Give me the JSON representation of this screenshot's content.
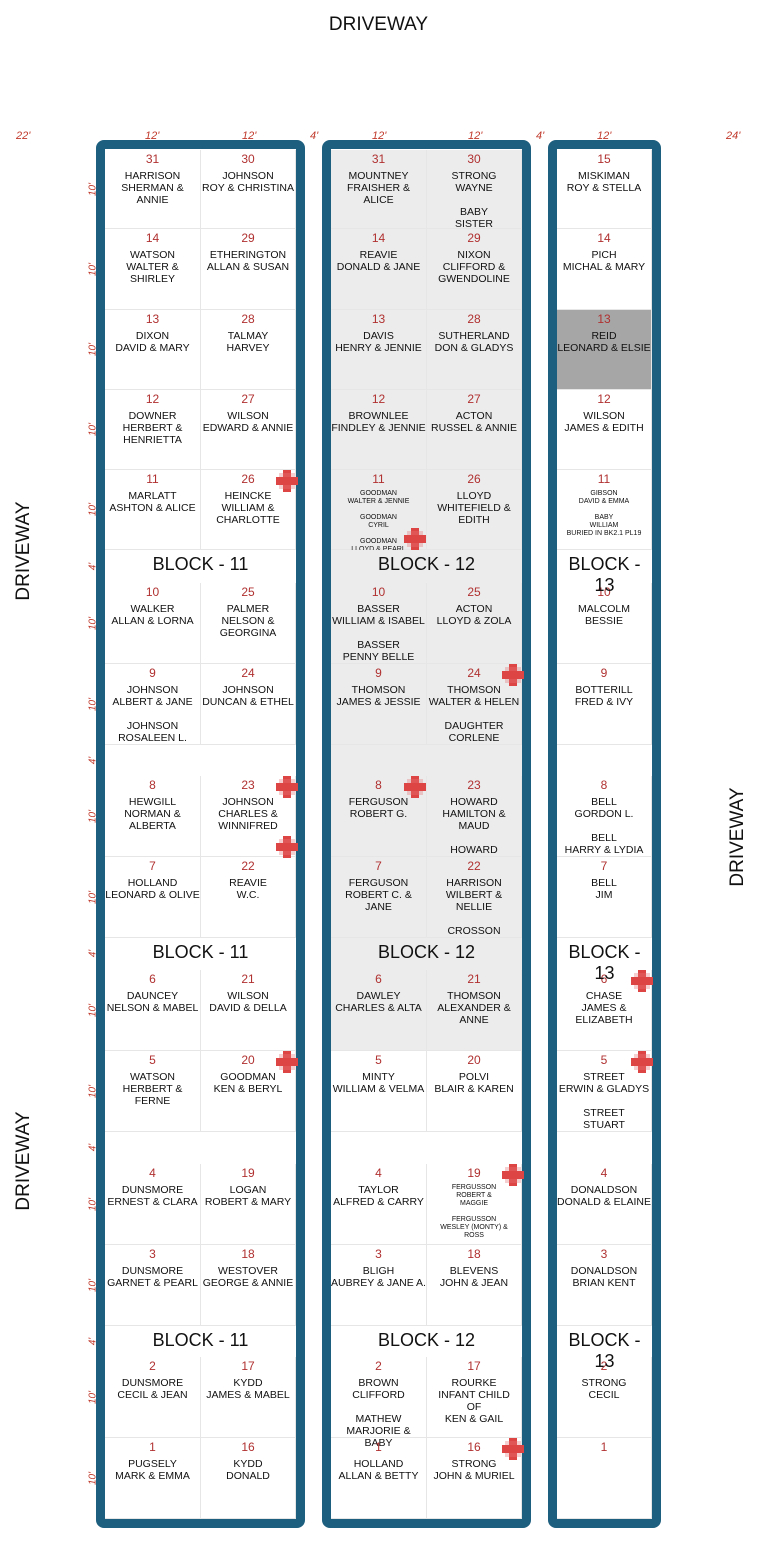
{
  "labels": {
    "driveway_top": "DRIVEWAY",
    "driveway_left_top": "DRIVEWAY",
    "driveway_left_bottom": "DRIVEWAY",
    "driveway_right": "DRIVEWAY"
  },
  "dims": {
    "left_margin": "22'",
    "right_margin": "24'",
    "col_width": "12'",
    "aisle": "4'",
    "row": "10'",
    "row_aisle": "4'"
  },
  "blocks": {
    "b11": "BLOCK - 11",
    "b12": "BLOCK - 12",
    "b13": "BLOCK - 13"
  },
  "block11_left": [
    {
      "num": "31",
      "names": "HARRISON\nSHERMAN & ANNIE"
    },
    {
      "num": "14",
      "names": "WATSON\nWALTER & SHIRLEY"
    },
    {
      "num": "13",
      "names": "DIXON\nDAVID & MARY"
    },
    {
      "num": "12",
      "names": "DOWNER\nHERBERT &\nHENRIETTA"
    },
    {
      "num": "11",
      "names": "MARLATT\nASHTON & ALICE"
    },
    {
      "num": "10",
      "names": "WALKER\nALLAN & LORNA"
    },
    {
      "num": "9",
      "names": "JOHNSON\nALBERT & JANE\n\nJOHNSON\nROSALEEN L."
    },
    {
      "num": "8",
      "names": "HEWGILL\nNORMAN &\nALBERTA"
    },
    {
      "num": "7",
      "names": "HOLLAND\nLEONARD & OLIVE"
    },
    {
      "num": "6",
      "names": "DAUNCEY\nNELSON & MABEL"
    },
    {
      "num": "5",
      "names": "WATSON\nHERBERT & FERNE"
    },
    {
      "num": "4",
      "names": "DUNSMORE\nERNEST & CLARA"
    },
    {
      "num": "3",
      "names": "DUNSMORE\nGARNET & PEARL"
    },
    {
      "num": "2",
      "names": "DUNSMORE\nCECIL & JEAN"
    },
    {
      "num": "1",
      "names": "PUGSELY\nMARK & EMMA"
    }
  ],
  "block11_right": [
    {
      "num": "30",
      "names": "JOHNSON\nROY & CHRISTINA"
    },
    {
      "num": "29",
      "names": "ETHERINGTON\nALLAN & SUSAN"
    },
    {
      "num": "28",
      "names": "TALMAY\nHARVEY"
    },
    {
      "num": "27",
      "names": "WILSON\nEDWARD & ANNIE"
    },
    {
      "num": "26",
      "names": "HEINCKE\nWILLIAM &\nCHARLOTTE"
    },
    {
      "num": "25",
      "names": "PALMER\nNELSON &\nGEORGINA"
    },
    {
      "num": "24",
      "names": "JOHNSON\nDUNCAN & ETHEL"
    },
    {
      "num": "23",
      "names": "JOHNSON\nCHARLES &\nWINNIFRED"
    },
    {
      "num": "22",
      "names": "REAVIE\nW.C."
    },
    {
      "num": "21",
      "names": "WILSON\nDAVID & DELLA"
    },
    {
      "num": "20",
      "names": "GOODMAN\nKEN & BERYL"
    },
    {
      "num": "19",
      "names": "LOGAN\nROBERT & MARY"
    },
    {
      "num": "18",
      "names": "WESTOVER\nGEORGE & ANNIE"
    },
    {
      "num": "17",
      "names": "KYDD\nJAMES & MABEL"
    },
    {
      "num": "16",
      "names": "KYDD\nDONALD"
    }
  ],
  "block12_left": [
    {
      "num": "31",
      "names": "MOUNTNEY\nFRAISHER & ALICE"
    },
    {
      "num": "14",
      "names": "REAVIE\nDONALD & JANE"
    },
    {
      "num": "13",
      "names": "DAVIS\nHENRY & JENNIE"
    },
    {
      "num": "12",
      "names": "BROWNLEE\nFINDLEY & JENNIE"
    },
    {
      "num": "11",
      "names": "GOODMAN\nWALTER & JENNIE\n\nGOODMAN\nCYRIL\n\nGOODMAN\nLLOYD & PEARL",
      "small": true
    },
    {
      "num": "10",
      "names": "BASSER\nWILLIAM & ISABEL\n\nBASSER\nPENNY BELLE"
    },
    {
      "num": "9",
      "names": "THOMSON\nJAMES & JESSIE"
    },
    {
      "num": "8",
      "names": "FERGUSON\nROBERT  G."
    },
    {
      "num": "7",
      "names": "FERGUSON\nROBERT  C. & JANE"
    },
    {
      "num": "6",
      "names": "DAWLEY\nCHARLES & ALTA"
    },
    {
      "num": "5",
      "names": "MINTY\nWILLIAM & VELMA"
    },
    {
      "num": "4",
      "names": "TAYLOR\nALFRED & CARRY"
    },
    {
      "num": "3",
      "names": "BLIGH\nAUBREY & JANE A."
    },
    {
      "num": "2",
      "names": "BROWN\nCLIFFORD\n\nMATHEW\nMARJORIE & BABY"
    },
    {
      "num": "1",
      "names": "HOLLAND\nALLAN & BETTY"
    }
  ],
  "block12_right": [
    {
      "num": "30",
      "names": "STRONG\nWAYNE\n\nBABY\nSISTER"
    },
    {
      "num": "29",
      "names": "NIXON\nCLIFFORD &\nGWENDOLINE"
    },
    {
      "num": "28",
      "names": "SUTHERLAND\nDON & GLADYS"
    },
    {
      "num": "27",
      "names": "ACTON\nRUSSEL & ANNIE"
    },
    {
      "num": "26",
      "names": "LLOYD\nWHITEFIELD &\nEDITH"
    },
    {
      "num": "25",
      "names": "ACTON\nLLOYD & ZOLA"
    },
    {
      "num": "24",
      "names": "THOMSON\nWALTER & HELEN\n\nDAUGHTER\nCORLENE"
    },
    {
      "num": "23",
      "names": "HOWARD\nHAMILTON & MAUD\n\nHOWARD\nEMILY MAY"
    },
    {
      "num": "22",
      "names": "HARRISON\nWILBERT & NELLIE\n\nCROSSON\nINEZ"
    },
    {
      "num": "21",
      "names": "THOMSON\nALEXANDER &\nANNE"
    },
    {
      "num": "20",
      "names": "POLVI\nBLAIR & KAREN"
    },
    {
      "num": "19",
      "names": "FERGUSSON\nROBERT &\nMAGGIE\n\nFERGUSSON\nWESLEY (MONTY) &\nROSS",
      "small": true
    },
    {
      "num": "18",
      "names": "BLEVENS\nJOHN & JEAN"
    },
    {
      "num": "17",
      "names": "ROURKE\nINFANT CHILD\nOF\nKEN & GAIL"
    },
    {
      "num": "16",
      "names": "STRONG\nJOHN & MURIEL"
    }
  ],
  "block13": [
    {
      "num": "15",
      "names": "MISKIMAN\nROY & STELLA"
    },
    {
      "num": "14",
      "names": "PICH\nMICHAL & MARY"
    },
    {
      "num": "13",
      "names": "REID\nLEONARD & ELSIE"
    },
    {
      "num": "12",
      "names": "WILSON\nJAMES & EDITH"
    },
    {
      "num": "11",
      "names": "GIBSON\nDAVID & EMMA\n\nBABY\nWILLIAM\nBURIED IN BK2.1 PL19",
      "small": true
    },
    {
      "num": "10",
      "names": "MALCOLM\nBESSIE"
    },
    {
      "num": "9",
      "names": "BOTTERILL\nFRED & IVY"
    },
    {
      "num": "8",
      "names": "BELL\nGORDON L.\n\nBELL\nHARRY & LYDIA"
    },
    {
      "num": "7",
      "names": "BELL\nJIM"
    },
    {
      "num": "6",
      "names": "CHASE\nJAMES &\nELIZABETH"
    },
    {
      "num": "5",
      "names": "STREET\nERWIN & GLADYS\n\nSTREET\nSTUART"
    },
    {
      "num": "4",
      "names": "DONALDSON\nDONALD & ELAINE"
    },
    {
      "num": "3",
      "names": "DONALDSON\nBRIAN KENT"
    },
    {
      "num": "2",
      "names": "STRONG\nCECIL"
    },
    {
      "num": "1",
      "names": ""
    }
  ]
}
